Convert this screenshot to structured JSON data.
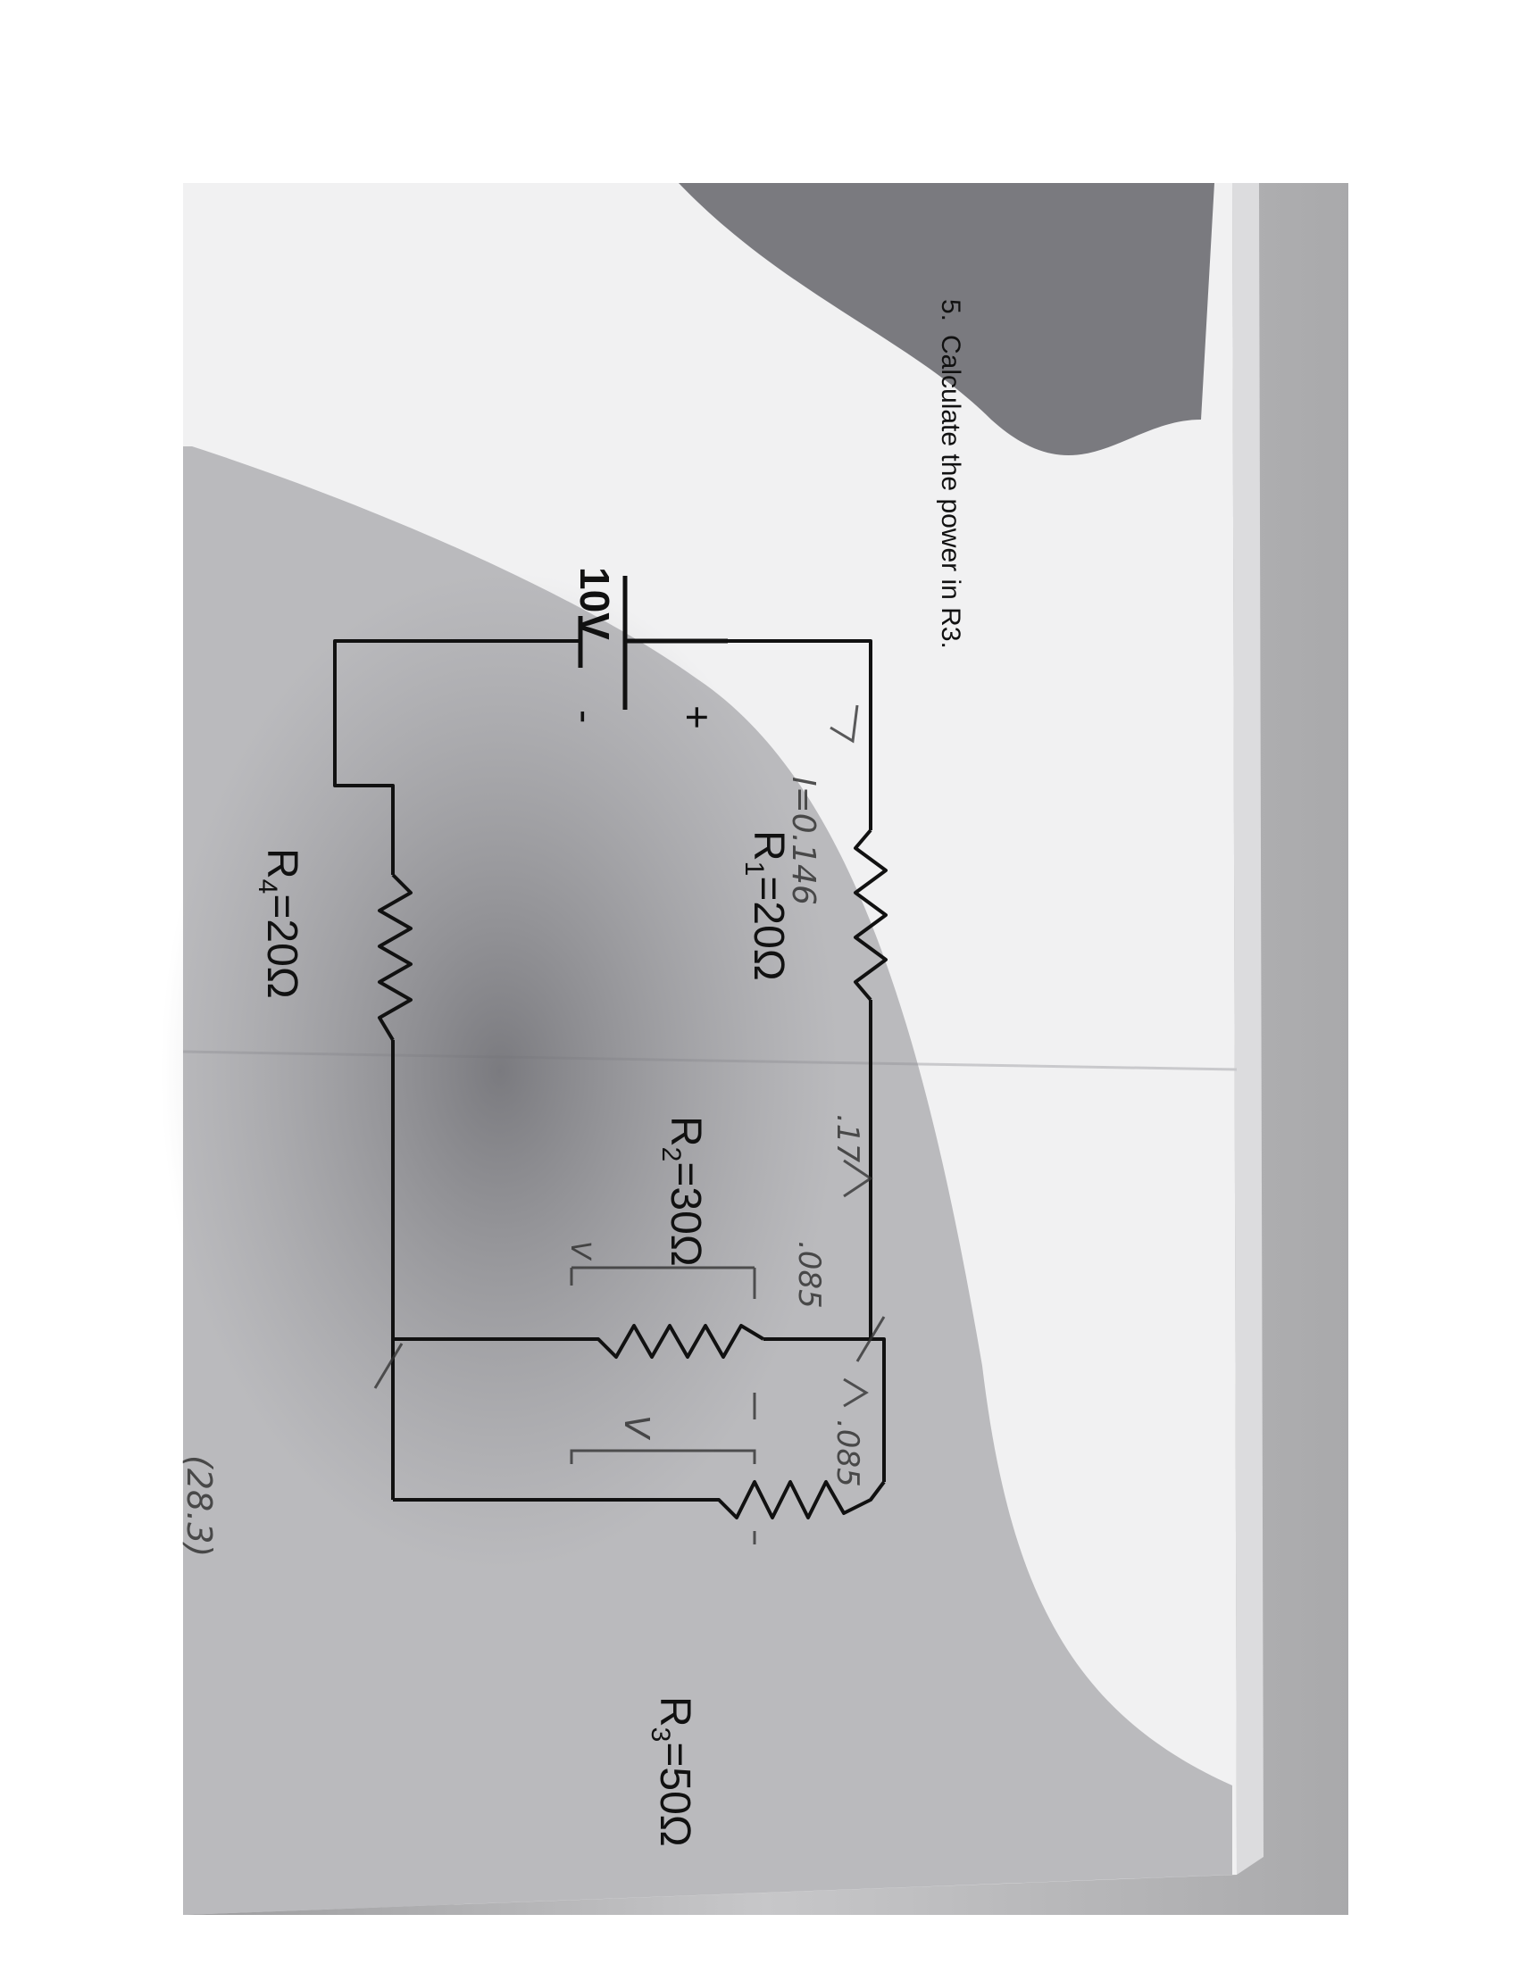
{
  "question": {
    "number": "5.",
    "text": "Calculate the power in R3."
  },
  "circuit": {
    "source_voltage": "10V",
    "plus_sign": "+",
    "minus_sign": "-",
    "r1": {
      "name": "R",
      "subscript": "1",
      "value": "=20Ω"
    },
    "r2": {
      "name": "R",
      "subscript": "2",
      "value": "=30Ω"
    },
    "r3": {
      "name": "R",
      "subscript": "3",
      "value": "=50Ω"
    },
    "r4": {
      "name": "R",
      "subscript": "4",
      "value": "=20Ω"
    }
  },
  "handwritten": {
    "total_current": "I=0.146",
    "branch_current": ".17",
    "r2_current": ".085",
    "r3_current": ".085",
    "v_label_1": "V",
    "v_label_2": "V",
    "bottom_note": "(28.3)"
  },
  "colors": {
    "paper": "#f2f2f3",
    "background": "#b9b9bb",
    "shadow": "#7e7e82",
    "ink": "#111111",
    "pencil": "#333333"
  }
}
